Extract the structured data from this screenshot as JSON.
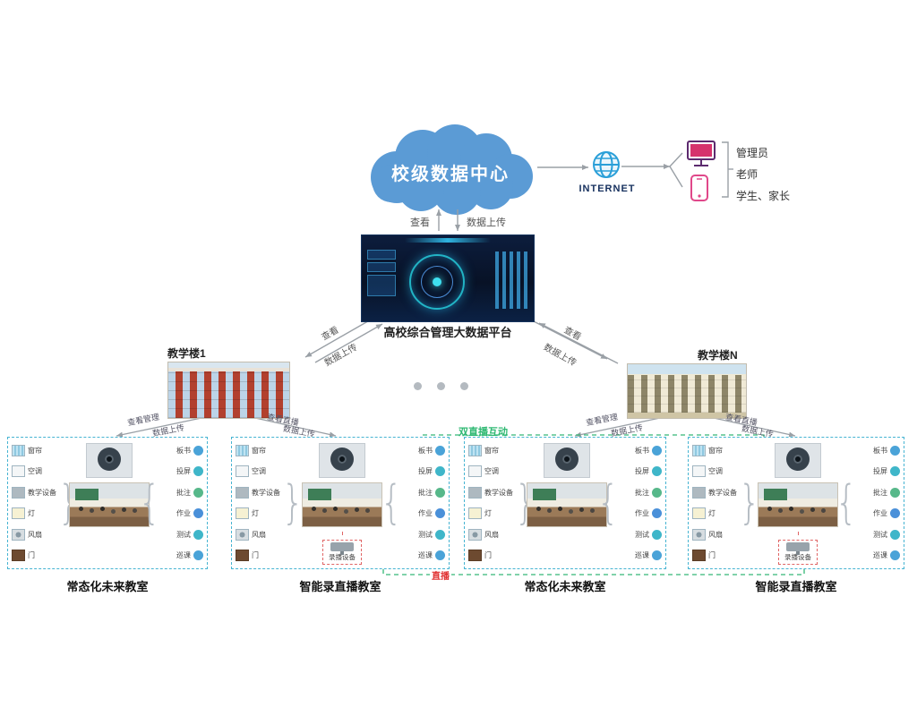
{
  "cloud": {
    "label": "校级数据中心"
  },
  "internet": {
    "label": "INTERNET"
  },
  "users": {
    "items": [
      "管理员",
      "老师",
      "学生、家长"
    ]
  },
  "platform": {
    "label": "高校综合管理大数据平台"
  },
  "buildings": {
    "left": "教学楼1",
    "right": "教学楼N"
  },
  "edges": {
    "view": "查看",
    "upload": "数据上传",
    "view_manage": "查看管理",
    "view_live": "查看直播",
    "live": "直播",
    "dual_live": "双直播互动"
  },
  "classrooms": [
    {
      "label": "常态化未来教室",
      "devices": [
        "窗帘",
        "空调",
        "教学设备",
        "灯",
        "风扇",
        "门"
      ],
      "functions": [
        "板书",
        "投屏",
        "批注",
        "作业",
        "测试",
        "巡课"
      ]
    },
    {
      "label": "智能录直播教室",
      "devices": [
        "窗帘",
        "空调",
        "教学设备",
        "灯",
        "风扇",
        "门"
      ],
      "functions": [
        "板书",
        "投屏",
        "批注",
        "作业",
        "测试",
        "巡课"
      ],
      "recorder": "录播设备"
    },
    {
      "label": "常态化未来教室",
      "devices": [
        "窗帘",
        "空调",
        "教学设备",
        "灯",
        "风扇",
        "门"
      ],
      "functions": [
        "板书",
        "投屏",
        "批注",
        "作业",
        "测试",
        "巡课"
      ]
    },
    {
      "label": "智能录直播教室",
      "devices": [
        "窗帘",
        "空调",
        "教学设备",
        "灯",
        "风扇",
        "门"
      ],
      "functions": [
        "板书",
        "投屏",
        "批注",
        "作业",
        "测试",
        "巡课"
      ],
      "recorder": "录播设备"
    }
  ]
}
